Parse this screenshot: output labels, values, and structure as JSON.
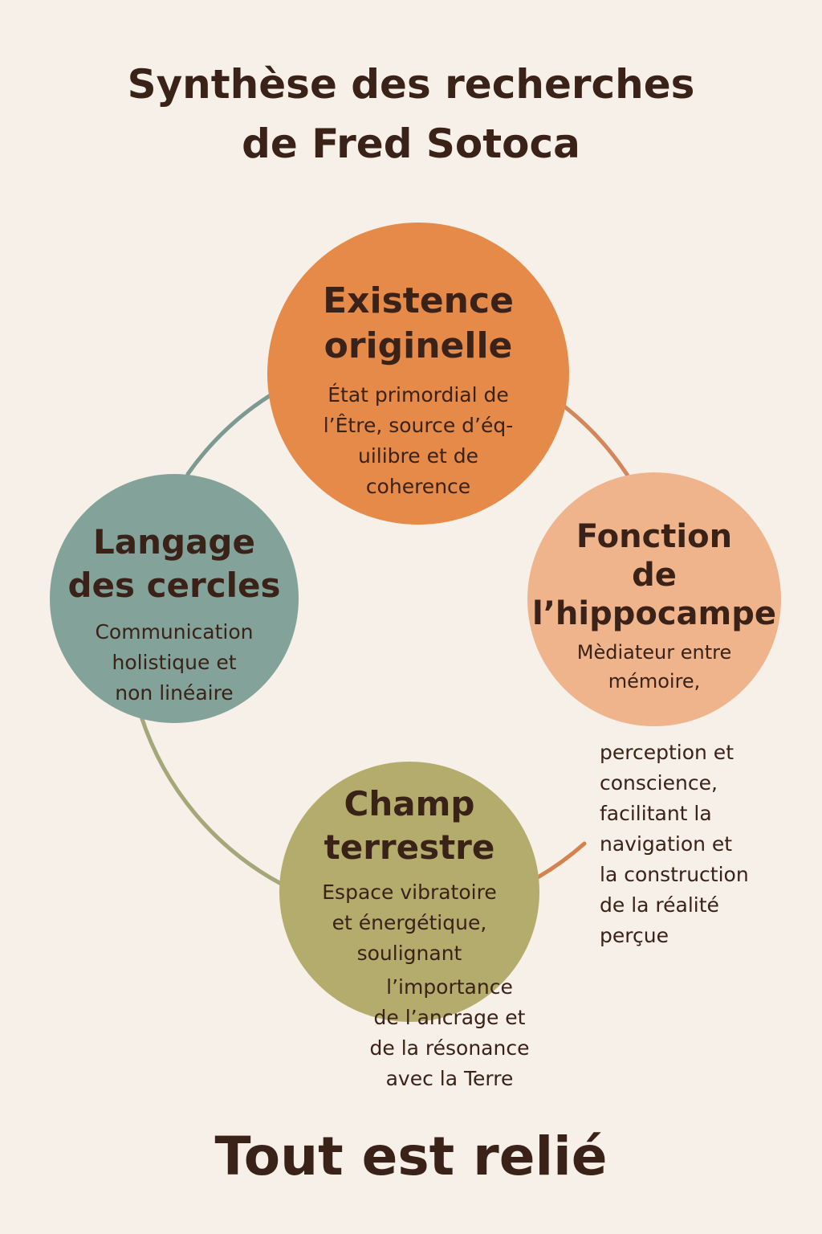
{
  "title": {
    "line1": "Synthèse des recherches",
    "line2": "de Fred Sotoca"
  },
  "nodes": {
    "existence": {
      "title_lines": [
        "Existence",
        "originelle"
      ],
      "desc_lines": [
        "État primordial de",
        "l’Être, source d’éq-",
        "uilibre et de",
        "coherence"
      ],
      "color": "#e58a48"
    },
    "fonction": {
      "title_lines": [
        "Fonction",
        "de",
        "l’hippocampe"
      ],
      "desc_lines": [
        "Mèdiateur entre",
        "mémoire,"
      ],
      "desc_cont_lines": [
        "perception et",
        "conscience,",
        "facilitant la",
        "navigation et",
        "la construction",
        "de la réalité",
        "perçue"
      ],
      "color": "#efb48b"
    },
    "langage": {
      "title_lines": [
        "Langage",
        "des cercles"
      ],
      "desc_lines": [
        "Communication",
        "holistique et",
        "non linéaire"
      ],
      "color": "#83a29a"
    },
    "champ": {
      "title_lines": [
        "Champ",
        "terrestre"
      ],
      "desc_lines": [
        "Espace vibratoire",
        "et énergétique,",
        "soulignant"
      ],
      "desc_cont_lines": [
        "l’importance",
        "de l’ancrage et",
        "de la résonance",
        "avec la Terre"
      ],
      "color": "#b4ac6c"
    }
  },
  "ring_colors": {
    "top_left": "#7d9992",
    "top_right": "#d38659",
    "bottom_left": "#a4a77a",
    "bottom_right": "#d4824e"
  },
  "footer": "Tout est relié"
}
